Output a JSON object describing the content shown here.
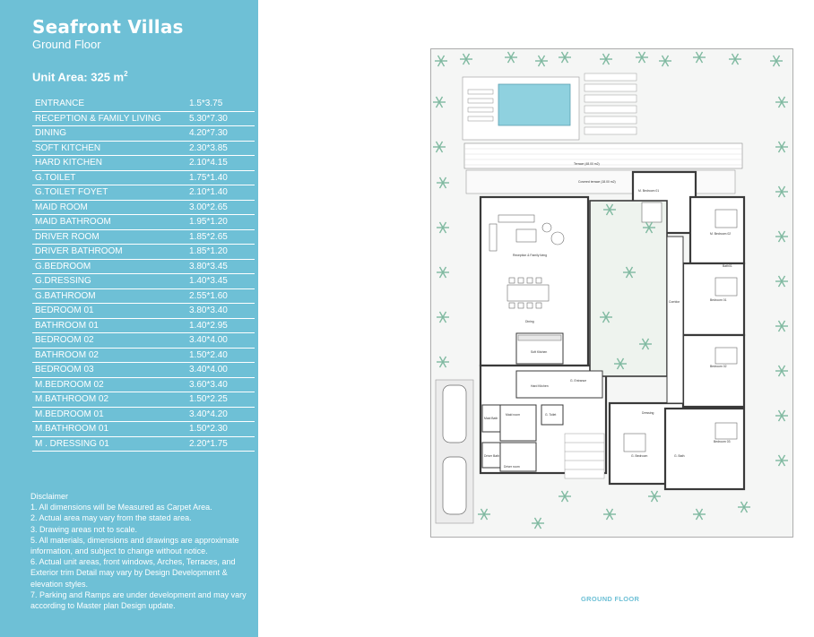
{
  "header": {
    "title": "Seafront Villas",
    "subtitle": "Ground Floor",
    "unit_area_label": "Unit Area: 325 m",
    "unit_area_sup": "2"
  },
  "rooms": [
    {
      "name": "ENTRANCE",
      "dim": "1.5*3.75"
    },
    {
      "name": "RECEPTION & FAMILY LIVING",
      "dim": "5.30*7.30"
    },
    {
      "name": "DINING",
      "dim": "4.20*7.30"
    },
    {
      "name": "SOFT KITCHEN",
      "dim": "2.30*3.85"
    },
    {
      "name": "HARD KITCHEN",
      "dim": "2.10*4.15"
    },
    {
      "name": "G.TOILET",
      "dim": "1.75*1.40"
    },
    {
      "name": "G.TOILET FOYET",
      "dim": "2.10*1.40"
    },
    {
      "name": "MAID ROOM",
      "dim": "3.00*2.65"
    },
    {
      "name": "MAID BATHROOM",
      "dim": "1.95*1.20"
    },
    {
      "name": "DRIVER ROOM",
      "dim": "1.85*2.65"
    },
    {
      "name": "DRIVER BATHROOM",
      "dim": "1.85*1.20"
    },
    {
      "name": "G.BEDROOM",
      "dim": "3.80*3.45"
    },
    {
      "name": "G.DRESSING",
      "dim": "1.40*3.45"
    },
    {
      "name": "G.BATHROOM",
      "dim": "2.55*1.60"
    },
    {
      "name": "BEDROOM 01",
      "dim": "3.80*3.40"
    },
    {
      "name": "BATHROOM 01",
      "dim": "1.40*2.95"
    },
    {
      "name": "BEDROOM 02",
      "dim": "3.40*4.00"
    },
    {
      "name": "BATHROOM 02",
      "dim": "1.50*2.40"
    },
    {
      "name": "BEDROOM 03",
      "dim": "3.40*4.00"
    },
    {
      "name": "M.BEDROOM 02",
      "dim": "3.60*3.40"
    },
    {
      "name": "M.BATHROOM 02",
      "dim": "1.50*2.25"
    },
    {
      "name": "M.BEDROOM 01",
      "dim": "3.40*4.20"
    },
    {
      "name": "M.BATHROOM 01",
      "dim": "1.50*2.30"
    },
    {
      "name": "M . DRESSING 01",
      "dim": "2.20*1.75"
    }
  ],
  "disclaimer": {
    "heading": "Disclaimer",
    "items": [
      "1. All dimensions will be Measured as Carpet Area.",
      "2. Actual area may vary from the stated area.",
      "3. Drawing areas not to scale.",
      "5. All materials, dimensions and drawings are approximate information, and subject to change without notice.",
      "6. Actual unit areas, front windows, Arches, Terraces, and Exterior trim Detail may vary by Design Development & elevation styles.",
      "7. Parking and Ramps are under development and may vary according to Master plan Design update."
    ]
  },
  "plan": {
    "caption": "GROUND FLOOR",
    "labels": {
      "terrace": "Terrace (48.00 m2)",
      "covered_terrace": "Covered terrace (18.00 m2)",
      "reception": "Reception & Family living",
      "dining": "Dining",
      "soft_kitchen": "Soft Kitchen",
      "hard_kitchen": "Hard Kitchen",
      "entrance": "G. Entrance",
      "corridor": "Corridor",
      "m_bedroom_01": "M. Bedroom 01",
      "m_bedroom_02": "M. Bedroom 02",
      "bedroom_01": "Bedroom 01",
      "bedroom_02": "Bedroom 02",
      "bedroom_03": "Bedroom 03",
      "g_bedroom": "G. Bedroom",
      "dressing": "Dressing",
      "maid_room": "Maid room",
      "driver_room": "Driver room",
      "maid_bath": "Maid Bath",
      "driver_bath": "Driver Bath",
      "g_toilet": "G. Toilet",
      "bath": "Bath01",
      "g_bath": "G. Bath"
    }
  },
  "colors": {
    "sidebar": "#6ec0d6",
    "wall": "#3a3a3a",
    "garden": "#f2f4f2",
    "pool": "#8fd1df",
    "tree": "#7fb9a0"
  }
}
